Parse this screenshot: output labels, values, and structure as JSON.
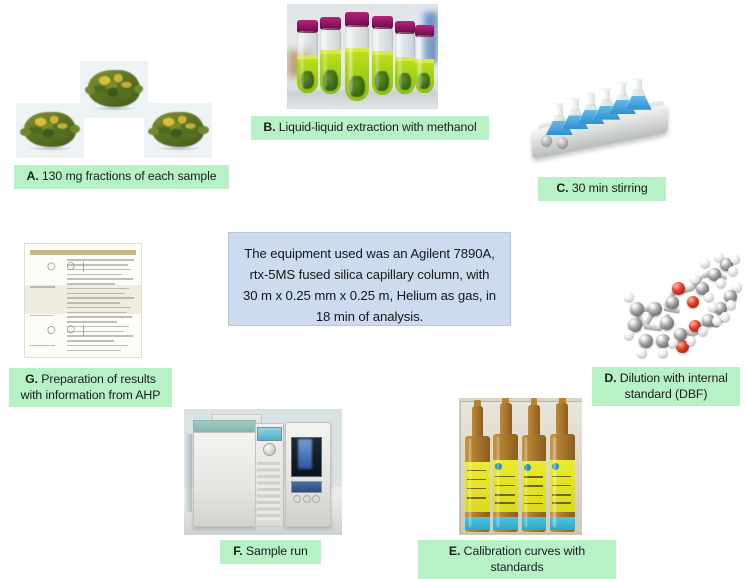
{
  "figure": {
    "title": "GC-MS analytical workflow for cannabis sample preparation and analysis",
    "label_background_color": "#b7f2c6",
    "note_background_color": "#ccdcee",
    "page_background_color": "#ffffff"
  },
  "note": {
    "text": "The equipment used was an Agilent 7890A, rtx-5MS fused silica capillary column, with 30 m x 0.25 mm x 0.25 m, Helium as gas, in 18 min of analysis.",
    "lines": [
      "The equipment used was an Agilent 7890A,",
      "rtx-5MS fused silica capillary column, with",
      "30 m x 0.25 mm x 0.25 m, Helium as gas, in",
      "18 min of analysis."
    ],
    "instrument": "Agilent 7890A",
    "column": "rtx-5MS fused silica capillary column",
    "column_dimensions": "30 m x 0.25 mm x 0.25 m",
    "carrier_gas": "Helium",
    "run_time": "18 min"
  },
  "steps": [
    {
      "id": "A",
      "letter": "A.",
      "caption": "130 mg fractions of each sample",
      "caption_full": "A. 130 mg fractions of each sample",
      "image_description": "Three photographs of dried plant bud fractions on a pale background"
    },
    {
      "id": "B",
      "letter": "B.",
      "caption": "Liquid-liquid extraction with methanol",
      "caption_full": "B. Liquid-liquid extraction with methanol",
      "image_description": "Centrifuge tubes with magenta caps containing bright green methanol extract and plant material"
    },
    {
      "id": "C",
      "letter": "C.",
      "caption": "30 min stirring",
      "caption_full": "C. 30 min stirring",
      "image_description": "Multi-position magnetic stirrer plate holding Erlenmeyer flasks of blue liquid"
    },
    {
      "id": "D",
      "letter": "D.",
      "caption": "Dilution with internal standard (DBF)",
      "caption_lines": [
        "Dilution with internal",
        "standard (DBF)"
      ],
      "caption_full": "D. Dilution with internal standard (DBF)",
      "image_description": "Ball-and-stick 3D molecular model of dibutyl phthalate (DBF)"
    },
    {
      "id": "E",
      "letter": "E.",
      "caption": "Calibration curves with standards",
      "caption_full": "E. Calibration curves with standards",
      "image_description": "Four amber glass ampoules with yellow labels and cyan bands in a tray"
    },
    {
      "id": "F",
      "letter": "F.",
      "caption": "Sample run",
      "caption_full": "F. Sample run",
      "image_description": "Gas chromatograph oven with keypad control panel and mass spectrometer detector tower"
    },
    {
      "id": "G",
      "letter": "G.",
      "caption": "Preparation of results with information from AHP",
      "caption_lines": [
        "Preparation of results",
        "with information from AHP"
      ],
      "caption_full": "G. Preparation of results with information from AHP",
      "image_description": "Two-column results document page with chemical structures and dense text rows"
    }
  ]
}
